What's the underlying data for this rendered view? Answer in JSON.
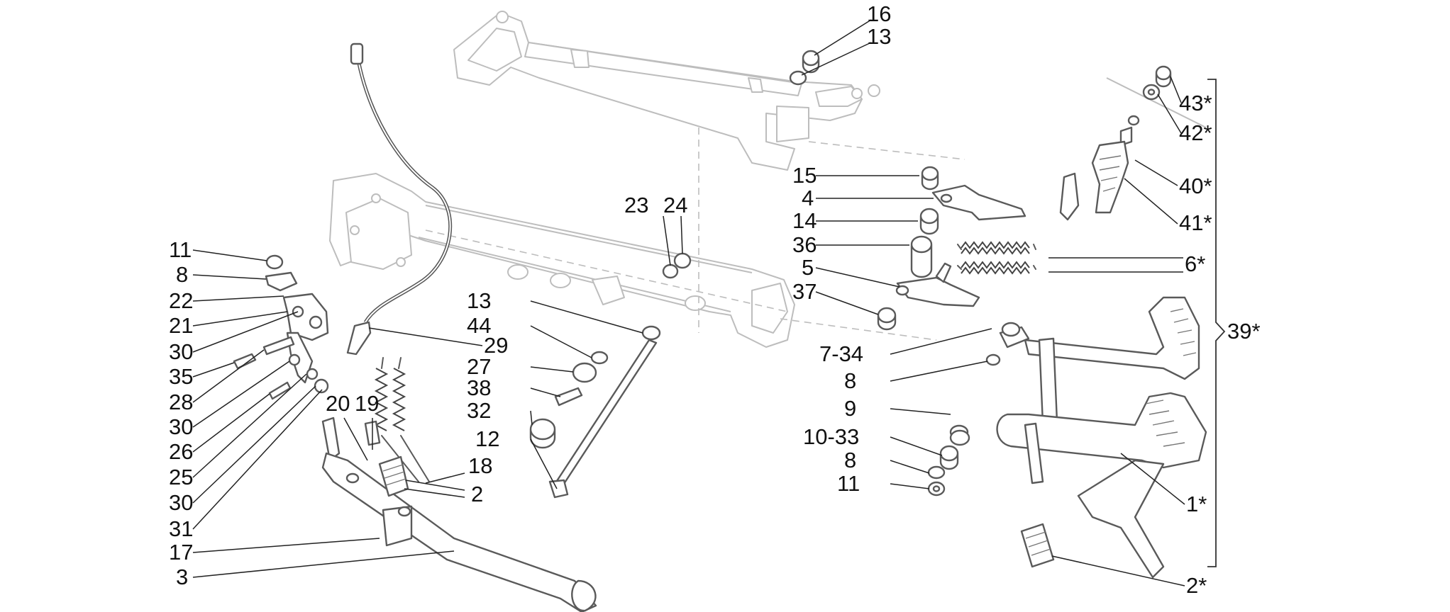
{
  "diagram": {
    "callouts": {
      "c16": "16",
      "c13_top": "13",
      "c43": "43*",
      "c42": "42*",
      "c15": "15",
      "c4": "4",
      "c14": "14",
      "c36": "36",
      "c5": "5",
      "c37": "37",
      "c40": "40*",
      "c41": "41*",
      "c6": "6*",
      "c39": "39*",
      "c23": "23",
      "c24": "24",
      "c11_left": "11",
      "c8_left": "8",
      "c22": "22",
      "c21": "21",
      "c30_a": "30",
      "c35": "35",
      "c28": "28",
      "c30_b": "30",
      "c26": "26",
      "c25": "25",
      "c30_c": "30",
      "c31": "31",
      "c17": "17",
      "c3": "3",
      "c29": "29",
      "c20": "20",
      "c19": "19",
      "c18": "18",
      "c2_left": "2",
      "c13_mid": "13",
      "c44": "44",
      "c27": "27",
      "c38": "38",
      "c32": "32",
      "c12": "12",
      "c7_34": "7-34",
      "c8_r1": "8",
      "c9": "9",
      "c10_33": "10-33",
      "c8_r2": "8",
      "c11_right": "11",
      "c1": "1*",
      "c2_right": "2*"
    }
  }
}
